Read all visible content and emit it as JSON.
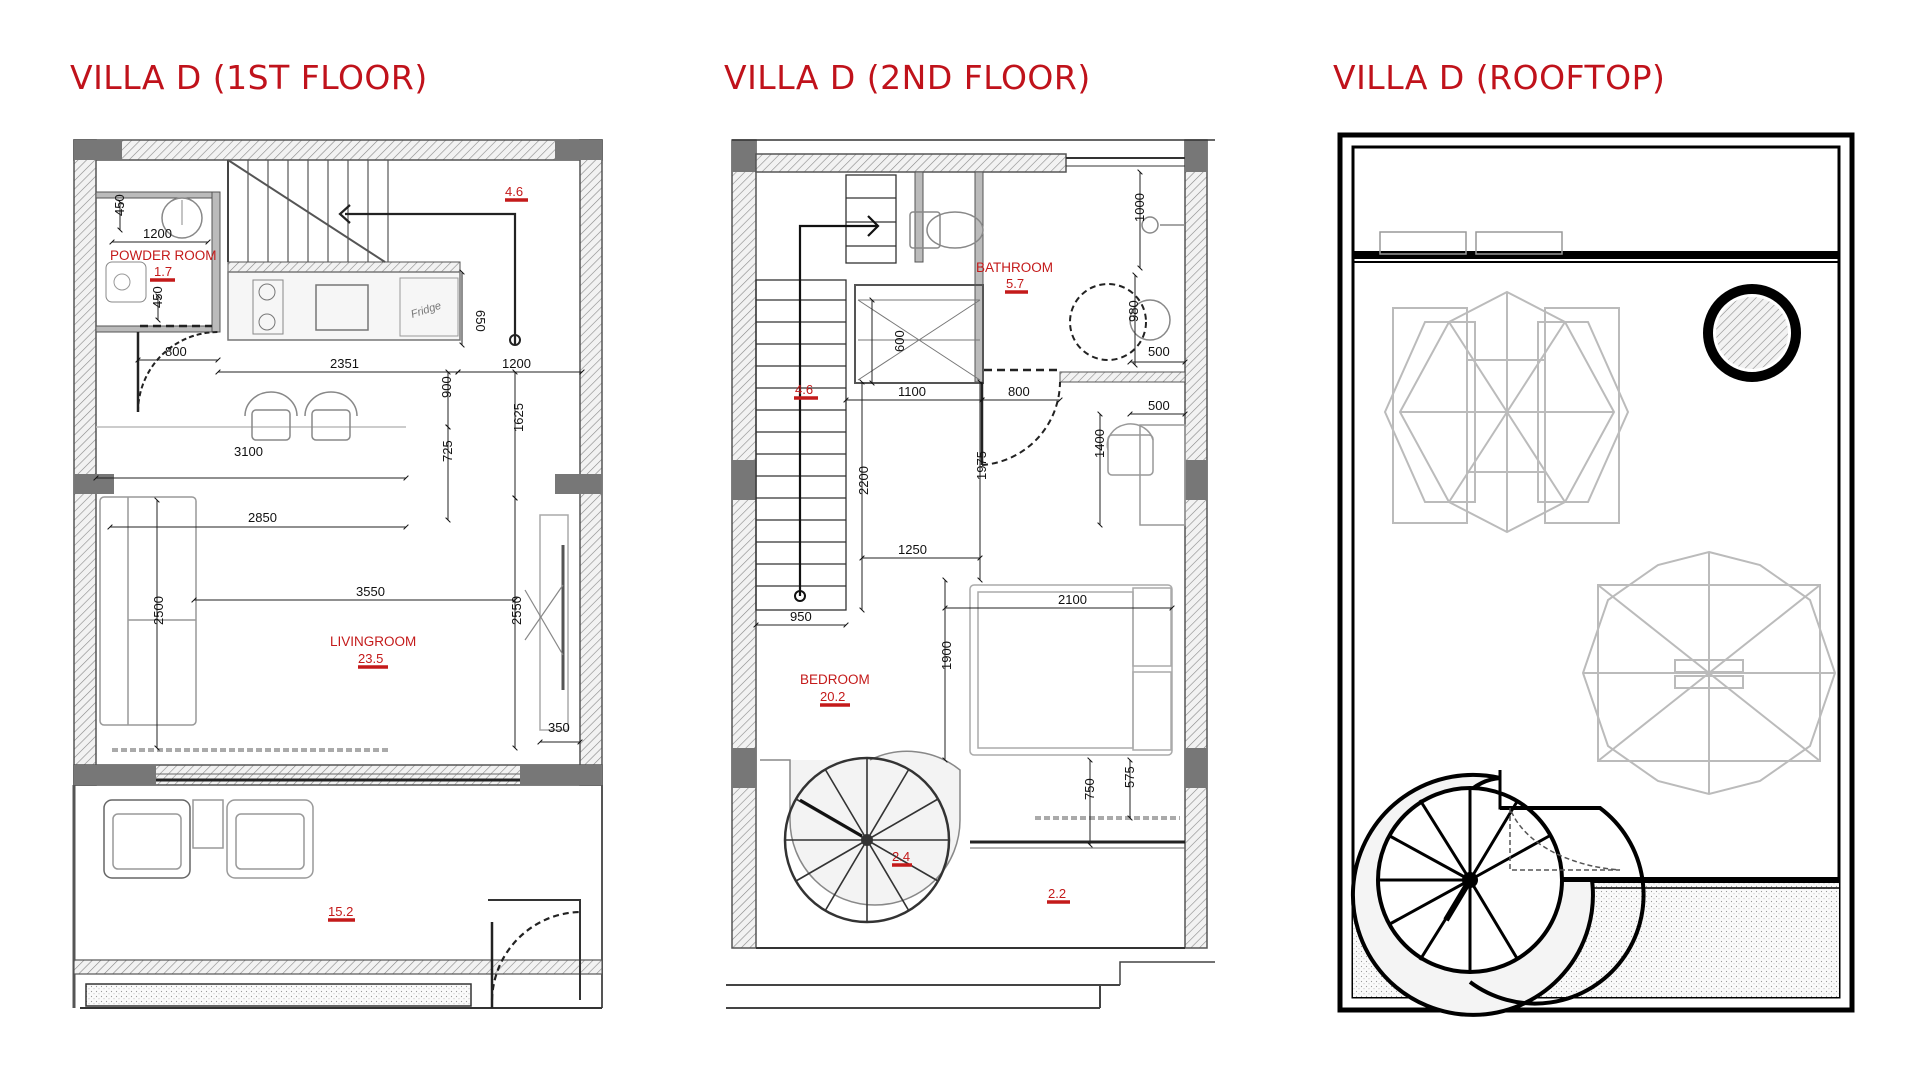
{
  "titles": {
    "first": "VILLA D (1ST FLOOR)",
    "second": "VILLA D (2ND FLOOR)",
    "rooftop": "VILLA D (ROOFTOP)"
  },
  "first_floor": {
    "rooms": {
      "powder": "POWDER ROOM",
      "living": "LIVINGROOM"
    },
    "areas": {
      "powder": "1.7",
      "stair": "4.6",
      "living": "23.5",
      "terrace": "15.2"
    },
    "fixtures": {
      "fridge": "Fridge"
    },
    "dims": {
      "d450a": "450",
      "d1200a": "1200",
      "d450b": "450",
      "d800": "800",
      "d2351": "2351",
      "d1200b": "1200",
      "d650": "650",
      "d900": "900",
      "d1625": "1625",
      "d3100": "3100",
      "d725": "725",
      "d2850": "2850",
      "d3550": "3550",
      "d2500": "2500",
      "d2550": "2550",
      "d350": "350"
    }
  },
  "second_floor": {
    "rooms": {
      "bathroom": "BATHROOM",
      "bedroom": "BEDROOM"
    },
    "areas": {
      "bathroom": "5.7",
      "stair": "4.6",
      "bedroom": "20.2",
      "spiral": "2.4",
      "balcony": "2.2"
    },
    "dims": {
      "d1000": "1000",
      "d600": "600",
      "d980": "980",
      "d500a": "500",
      "d1100": "1100",
      "d800": "800",
      "d500b": "500",
      "d1400": "1400",
      "d1975": "1975",
      "d2200": "2200",
      "d1250": "1250",
      "d2100": "2100",
      "d950": "950",
      "d1900": "1900",
      "d750": "750",
      "d575": "575"
    }
  },
  "colors": {
    "title": "#c0121b",
    "area": "#c41a1a",
    "wall": "#555555",
    "furniture": "#9a9a9a"
  }
}
